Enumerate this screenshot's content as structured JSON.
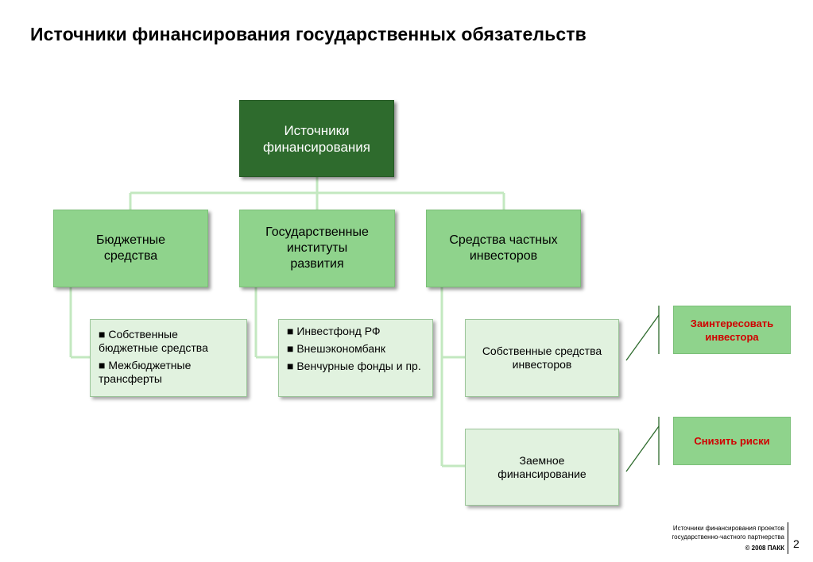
{
  "title": "Источники финансирования государственных обязательств",
  "root": {
    "line1": "Источники",
    "line2": "финансирования"
  },
  "branches": [
    {
      "label_lines": [
        "Бюджетные",
        "средства"
      ]
    },
    {
      "label_lines": [
        "Государственные",
        "институты",
        "развития"
      ]
    },
    {
      "label_lines": [
        "Средства частных",
        "инвесторов"
      ]
    }
  ],
  "details": {
    "budget": [
      "■ Собственные бюджетные средства",
      "■ Межбюджетные трансферты"
    ],
    "institutes": [
      "■ Инвестфонд РФ",
      "■ Внешэкономбанк",
      "■ Венчурные фонды и пр."
    ],
    "own_funds": "Собственные средства инвесторов",
    "borrowed": "Заемное финансирование"
  },
  "actions": {
    "interest": [
      "Заинтересовать",
      "инвестора"
    ],
    "reduce_risk": "Снизить риски"
  },
  "footer": {
    "line1": "Источники финансирования проектов",
    "line2": "государственно-частного партнерства",
    "copyright": "© 2008 ПАКК",
    "page": "2"
  },
  "colors": {
    "root_fill": "#2e6b2d",
    "branch_fill": "#8fd38c",
    "detail_fill": "#e1f2df",
    "connector": "#c3e8c0",
    "action_text": "#d00000"
  }
}
